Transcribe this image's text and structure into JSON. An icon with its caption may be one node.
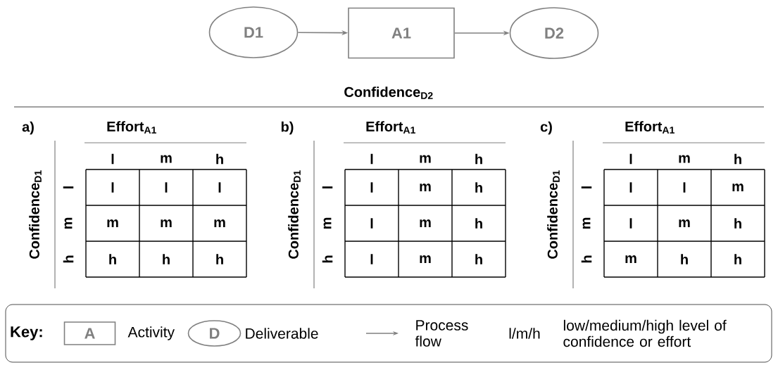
{
  "diagram": {
    "title": "Confidence$_{D2}$",
    "nodes": [
      {
        "text": [
          "D1"
        ]
      },
      {
        "text": [
          "A1"
        ]
      },
      {
        "text": [
          "D2"
        ]
      },
      {
        "text": [
          "Key:"
        ]
      },
      {
        "text": [
          "A"
        ],
        "in": 3
      },
      {
        "text": [
          "D"
        ],
        "in": 3
      }
    ],
    "edges": [
      {
        "from": 0,
        "to": 1,
        "arrow": "to"
      },
      {
        "from": 1,
        "to": 2,
        "arrow": "to"
      }
    ],
    "labels": [
      "a)",
      "Effort$_{A1}$",
      "Confidence$_{D1}$",
      "l",
      "m",
      "h",
      "l",
      "m",
      "h",
      "l",
      "l",
      "l",
      "m",
      "m",
      "m",
      "h",
      "h",
      "h",
      "b)",
      "Effort$_{A1}$",
      "Confidence$_{D1}$",
      "l",
      "m",
      "h",
      "l",
      "m",
      "h",
      "l",
      "m",
      "h",
      "l",
      "m",
      "h",
      "l",
      "m",
      "h",
      "c)",
      "Effort$_{A1}$",
      "Confidence$_{D1}$",
      "l",
      "m",
      "h",
      "l",
      "m",
      "h",
      "l",
      "l",
      "m",
      "l",
      "m",
      "h",
      "m",
      "h",
      "h",
      "l/m/h",
      "low/medium/high level of confidence or effort"
    ],
    "legend": [
      {
        "text": "Activity"
      },
      {
        "text": "Deliverable"
      },
      {
        "text": "Process flow"
      }
    ]
  }
}
